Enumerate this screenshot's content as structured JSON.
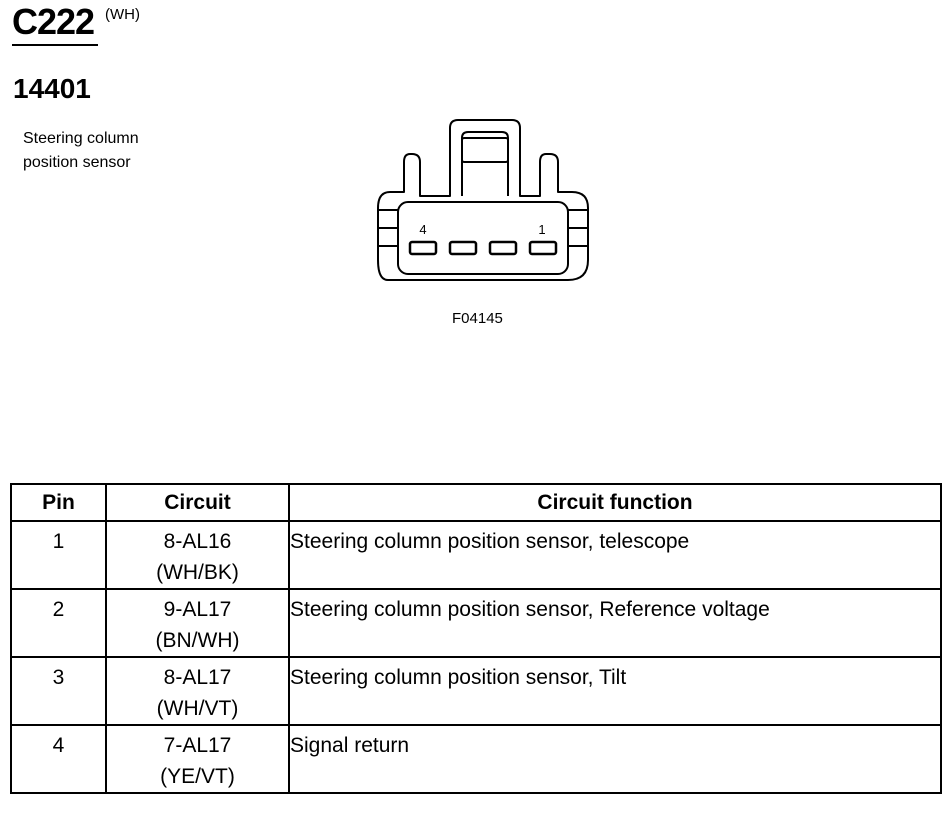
{
  "connector": {
    "id": "C222",
    "color": "(WH)"
  },
  "part_number": "14401",
  "component": {
    "line1": "Steering column",
    "line2": "position sensor"
  },
  "diagram": {
    "pin_label_left": "4",
    "pin_label_right": "1",
    "figure_code": "F04145"
  },
  "table": {
    "headers": [
      "Pin",
      "Circuit",
      "Circuit function"
    ],
    "rows": [
      {
        "pin": "1",
        "circuit": "8-AL16",
        "color": "(WH/BK)",
        "function": "Steering column position sensor, telescope"
      },
      {
        "pin": "2",
        "circuit": "9-AL17",
        "color": "(BN/WH)",
        "function": "Steering column position sensor, Reference voltage"
      },
      {
        "pin": "3",
        "circuit": "8-AL17",
        "color": "(WH/VT)",
        "function": "Steering column position sensor, Tilt"
      },
      {
        "pin": "4",
        "circuit": "7-AL17",
        "color": "(YE/VT)",
        "function": "Signal return"
      }
    ]
  }
}
